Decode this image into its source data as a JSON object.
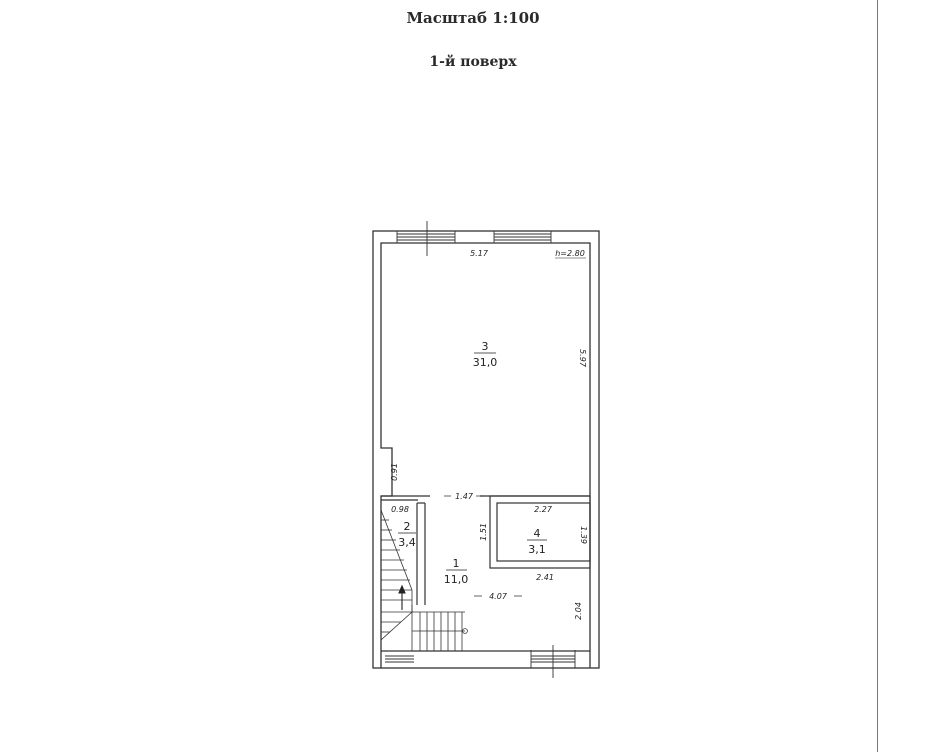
{
  "header": {
    "scale": "Масштаб 1:100",
    "floor": "1-й поверх"
  },
  "rooms": [
    {
      "number": "3",
      "area": "31,0"
    },
    {
      "number": "2",
      "area": "3,4"
    },
    {
      "number": "1",
      "area": "11,0"
    },
    {
      "number": "4",
      "area": "3,1"
    }
  ],
  "dimensions": {
    "room3_width": "5.17",
    "ceiling_height": "h=2.80",
    "room3_length": "5.97",
    "left_step": "0.91",
    "corridor_width": "1.47",
    "stair_width": "0.98",
    "room4_width": "2.27",
    "room4_left": "1.51",
    "room4_length": "1.39",
    "room4_bottom": "2.41",
    "room1_width": "4.07",
    "room1_right": "2.04"
  }
}
